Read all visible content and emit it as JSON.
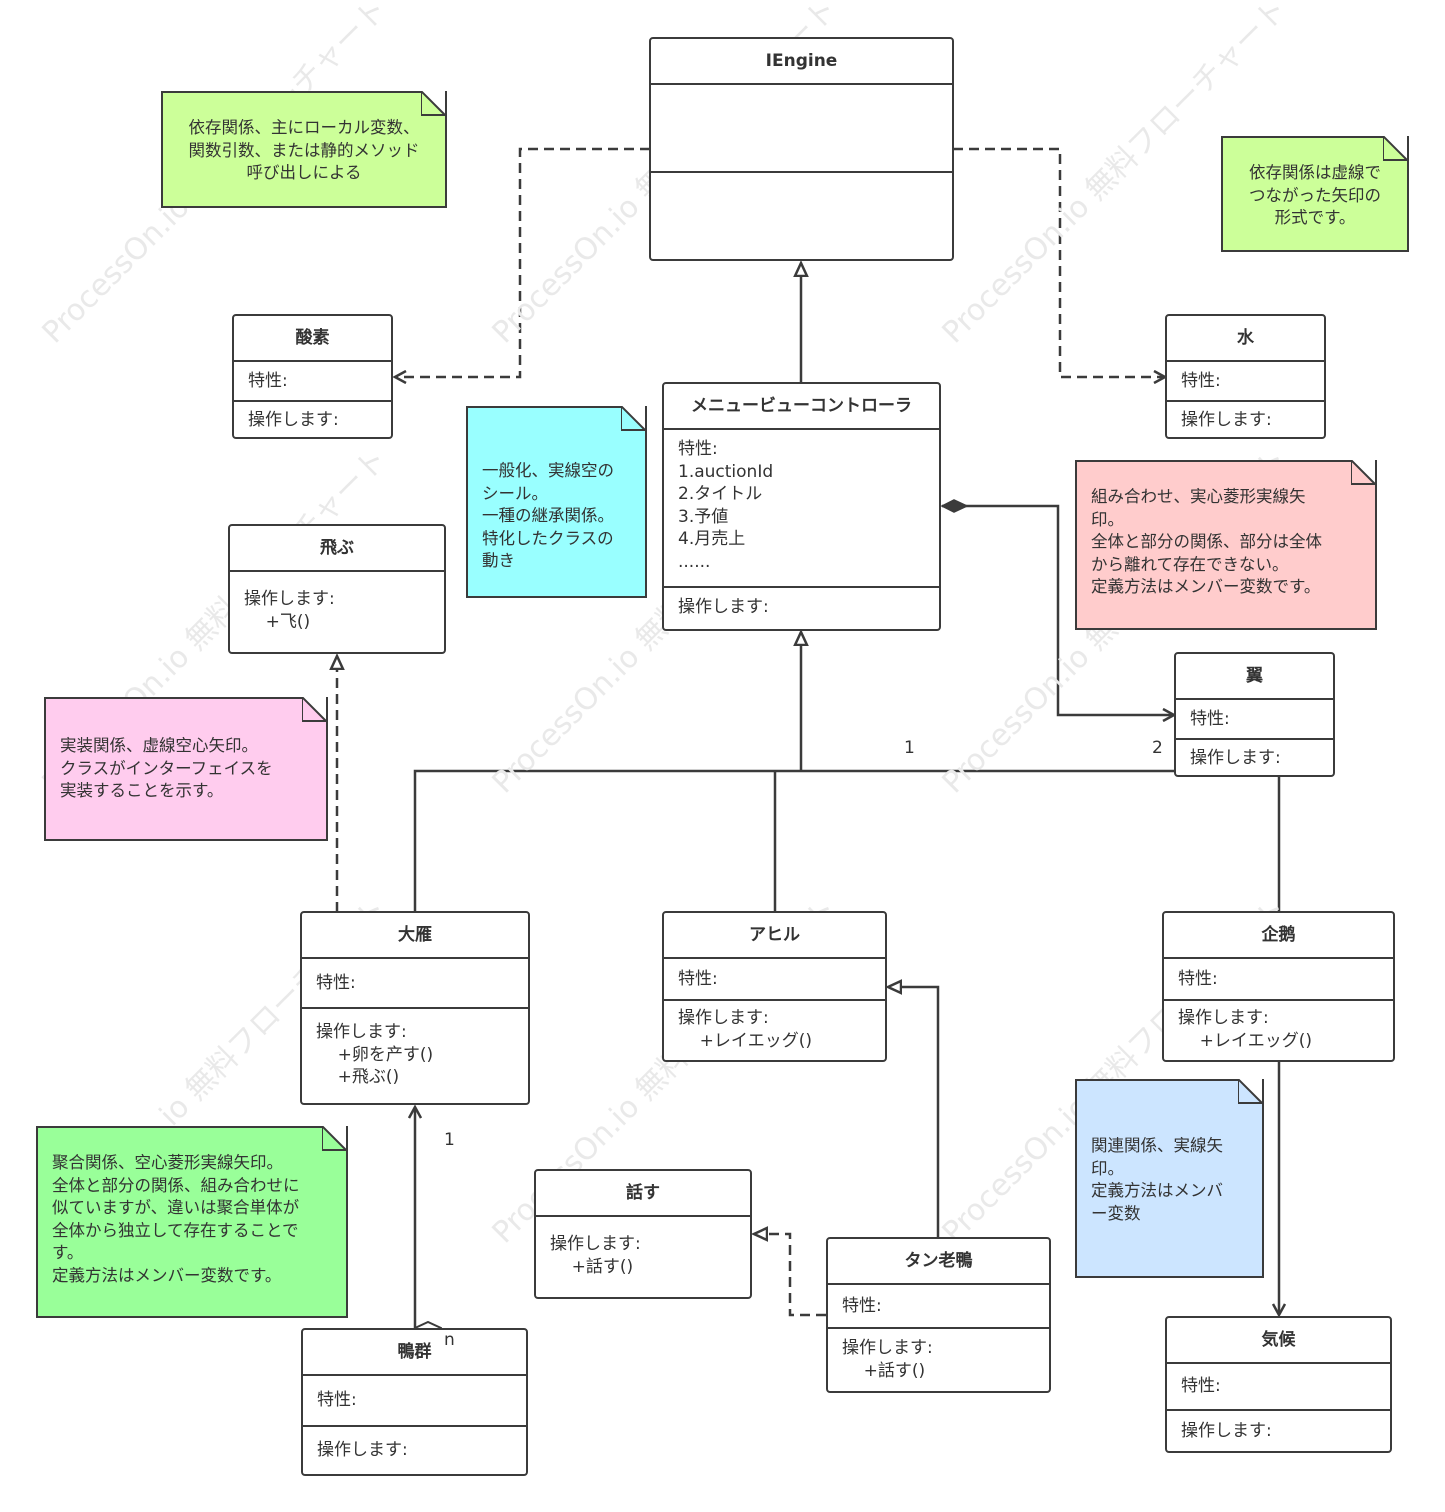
{
  "watermark": "ProcessOn.io 無料フローチャート",
  "classes": {
    "iengine": {
      "name": "IEngine"
    },
    "sanso": {
      "name": "酸素",
      "attr": "特性:",
      "ops": "操作します:"
    },
    "mizu": {
      "name": "水",
      "attr": "特性:",
      "ops": "操作します:"
    },
    "menu": {
      "name": "メニュービューコントローラ",
      "attr": [
        "特性:",
        "1.auctionId",
        "2.タイトル",
        "3.予値",
        "4.月売上",
        "......"
      ],
      "ops": "操作します:"
    },
    "tobu": {
      "name": "飛ぶ",
      "ops": [
        "操作します:",
        "    +飞()"
      ]
    },
    "tsubasa": {
      "name": "翼",
      "attr": "特性:",
      "ops": "操作します:"
    },
    "ogan": {
      "name": "大雁",
      "attr": "特性:",
      "ops": [
        "操作します:",
        "    +卵を产す()",
        "    +飛ぶ()"
      ]
    },
    "ahiru": {
      "name": "アヒル",
      "attr": "特性:",
      "ops": [
        "操作します:",
        "    +レイエッグ()"
      ]
    },
    "pengin": {
      "name": "企鹅",
      "attr": "特性:",
      "ops": [
        "操作します:",
        "    +レイエッグ()"
      ]
    },
    "hanasu": {
      "name": "話す",
      "ops": [
        "操作します:",
        "    +話す()"
      ]
    },
    "tanroya": {
      "name": "タン老鴨",
      "attr": "特性:",
      "ops": [
        "操作します:",
        "    +話す()"
      ]
    },
    "kamogun": {
      "name": "鴨群",
      "attr": "特性:",
      "ops": "操作します:"
    },
    "kiko": {
      "name": "気候",
      "attr": "特性:",
      "ops": "操作します:"
    }
  },
  "notes": {
    "n1": {
      "lines": [
        "依存関係、主にローカル変数、",
        "関数引数、または静的メソッド",
        "呼び出しによる"
      ],
      "color": "#ccff99"
    },
    "n2": {
      "lines": [
        "依存関係は虚線で",
        "つながった矢印の",
        "形式です。"
      ],
      "color": "#ccff99"
    },
    "n3": {
      "lines": [
        "一般化、実線空の",
        "シール。",
        "一種の継承関係。",
        "特化したクラスの",
        "動き"
      ],
      "color": "#99ffff"
    },
    "n4": {
      "lines": [
        "組み合わせ、実心菱形実線矢",
        "印。",
        "全体と部分の関係、部分は全体",
        "から離れて存在できない。",
        "定義方法はメンバー変数です。"
      ],
      "color": "#ffcccc"
    },
    "n5": {
      "lines": [
        "実装関係、虚線空心矢印。",
        "クラスがインターフェイスを",
        "実装することを示す。"
      ],
      "color": "#ffccee"
    },
    "n6": {
      "lines": [
        "聚合関係、空心菱形実線矢印。",
        "全体と部分の関係、組み合わせに",
        "似ていますが、違いは聚合単体が",
        "全体から独立して存在することで",
        "す。",
        "定義方法はメンバー変数です。"
      ],
      "color": "#99ff99"
    },
    "n7": {
      "lines": [
        "関連関係、実線矢",
        "印。",
        "定義方法はメンバ",
        "ー変数"
      ],
      "color": "#cce5ff"
    }
  },
  "multiplicity": {
    "m1": "1",
    "m2": "2",
    "m3": "1",
    "m4": "n"
  },
  "colors": {
    "line": "#3b3b3b"
  }
}
